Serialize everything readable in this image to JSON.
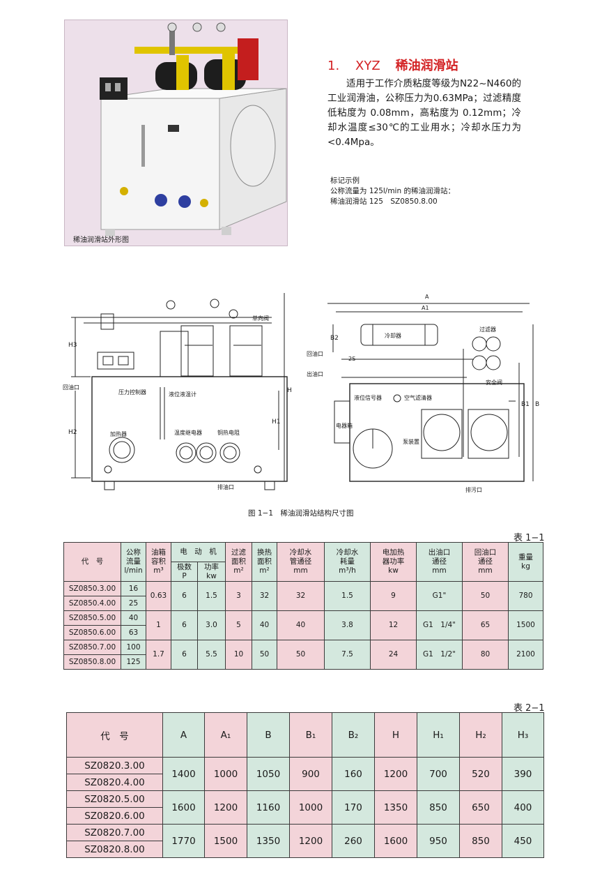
{
  "photo": {
    "caption": "稀油润滑站外形图",
    "label": ""
  },
  "heading": {
    "number": "1.",
    "title": "XYZ",
    "subtitle": "稀油润滑站"
  },
  "description": "适用于工作介质粘度等级为N22~N460的工业润滑油，公称压力为0.63MPa；过滤精度低粘度为 0.08mm，高粘度为 0.12mm；冷却水温度≤30℃的工业用水；冷却水压力为<0.4Mpa。",
  "marking": {
    "title": "标记示例",
    "line1": "公称流量为 125l/min 的稀油润滑站：",
    "line2": "稀油润滑站 125　SZ0850.8.00"
  },
  "drawing_left": {
    "labels": {
      "check_valve": "单向阀",
      "pressure_controller": "压力控制器",
      "level_temp": "液位液温计",
      "heater": "加热器",
      "temp_relay": "温度继电器",
      "resistance": "铜热电阻",
      "return": "回油口",
      "drain": "排油口",
      "h": "H",
      "h1": "H1",
      "h2": "H2",
      "h3": "H3"
    }
  },
  "drawing_right": {
    "labels": {
      "a": "A",
      "a1": "A1",
      "cooler": "冷却器",
      "filter": "过滤器",
      "return": "回油口",
      "outlet": "出油口",
      "safety_valve": "安全阀",
      "level_signal": "液位信号器",
      "air_filter": "空气滤清器",
      "pump": "泵装置",
      "box": "电器箱",
      "drain": "排污口",
      "b": "B",
      "b1": "B1",
      "b2": "B2",
      "d": "2S"
    }
  },
  "figure_caption": "图 1−1　稀油润滑站结构尺寸图",
  "table1": {
    "caption": "表 1−1",
    "headers": {
      "code": "代　号",
      "flow": [
        "公称",
        "流量",
        "l/min"
      ],
      "tank": [
        "油箱",
        "容积",
        "m³"
      ],
      "motor": "电　动　机",
      "poles": [
        "极数",
        "P"
      ],
      "power": [
        "功率",
        "kw"
      ],
      "filter_area": [
        "过滤",
        "面积",
        "m²"
      ],
      "heat_area": [
        "换热",
        "面积",
        "m²"
      ],
      "water_pipe": [
        "冷却水",
        "管通径",
        "mm"
      ],
      "water_use": [
        "冷却水",
        "耗量",
        "m³/h"
      ],
      "heater_power": [
        "电加热",
        "器功率",
        "kw"
      ],
      "outlet": [
        "出油口",
        "通径",
        "mm"
      ],
      "return": [
        "回油口",
        "通径",
        "mm"
      ],
      "weight": [
        "重量",
        "kg"
      ]
    },
    "codes": [
      "SZ0850.3.00",
      "SZ0850.4.00",
      "SZ0850.5.00",
      "SZ0850.6.00",
      "SZ0850.7.00",
      "SZ0850.8.00"
    ],
    "flows": [
      "16",
      "25",
      "40",
      "63",
      "100",
      "125"
    ],
    "groups": [
      {
        "tank": "0.63",
        "poles": "6",
        "power": "1.5",
        "filter": "3",
        "heat": "32",
        "pipe": "32",
        "water": "1.5",
        "heater": "9",
        "outlet": "G1\"",
        "ret": "50",
        "weight": "780"
      },
      {
        "tank": "1",
        "poles": "6",
        "power": "3.0",
        "filter": "5",
        "heat": "40",
        "pipe": "40",
        "water": "3.8",
        "heater": "12",
        "outlet": "G1　1/4\"",
        "ret": "65",
        "weight": "1500"
      },
      {
        "tank": "1.7",
        "poles": "6",
        "power": "5.5",
        "filter": "10",
        "heat": "50",
        "pipe": "50",
        "water": "7.5",
        "heater": "24",
        "outlet": "G1　1/2\"",
        "ret": "80",
        "weight": "2100"
      }
    ]
  },
  "table2": {
    "caption": "表 2−1",
    "headers": {
      "code": "代　号",
      "a": "A",
      "a1": "A₁",
      "b": "B",
      "b1": "B₁",
      "b2": "B₂",
      "h": "H",
      "h1": "H₁",
      "h2": "H₂",
      "h3": "H₃"
    },
    "codes": [
      "SZ0820.3.00",
      "SZ0820.4.00",
      "SZ0820.5.00",
      "SZ0820.6.00",
      "SZ0820.7.00",
      "SZ0820.8.00"
    ],
    "groups": [
      {
        "a": "1400",
        "a1": "1000",
        "b": "1050",
        "b1": "900",
        "b2": "160",
        "h": "1200",
        "h1": "700",
        "h2": "520",
        "h3": "390"
      },
      {
        "a": "1600",
        "a1": "1200",
        "b": "1160",
        "b1": "1000",
        "b2": "170",
        "h": "1350",
        "h1": "850",
        "h2": "650",
        "h3": "400"
      },
      {
        "a": "1770",
        "a1": "1500",
        "b": "1350",
        "b1": "1200",
        "b2": "260",
        "h": "1600",
        "h1": "950",
        "h2": "850",
        "h3": "450"
      }
    ]
  }
}
